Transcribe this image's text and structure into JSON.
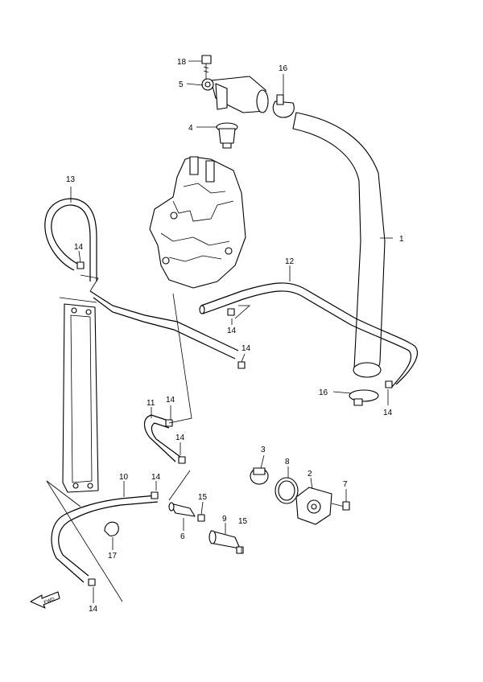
{
  "callouts": [
    {
      "id": "c18",
      "text": "18"
    },
    {
      "id": "c5",
      "text": "5"
    },
    {
      "id": "c16a",
      "text": "16"
    },
    {
      "id": "c4",
      "text": "4"
    },
    {
      "id": "c13",
      "text": "13"
    },
    {
      "id": "c1",
      "text": "1"
    },
    {
      "id": "c14a",
      "text": "14"
    },
    {
      "id": "c12",
      "text": "12"
    },
    {
      "id": "c14b",
      "text": "14"
    },
    {
      "id": "c14c",
      "text": "14"
    },
    {
      "id": "c16b",
      "text": "16"
    },
    {
      "id": "c14d",
      "text": "14"
    },
    {
      "id": "c11",
      "text": "11"
    },
    {
      "id": "c14e",
      "text": "14"
    },
    {
      "id": "c14f",
      "text": "14"
    },
    {
      "id": "c3",
      "text": "3"
    },
    {
      "id": "c8",
      "text": "8"
    },
    {
      "id": "c2",
      "text": "2"
    },
    {
      "id": "c7",
      "text": "7"
    },
    {
      "id": "c10",
      "text": "10"
    },
    {
      "id": "c14g",
      "text": "14"
    },
    {
      "id": "c15a",
      "text": "15"
    },
    {
      "id": "c9",
      "text": "9"
    },
    {
      "id": "c15b",
      "text": "15"
    },
    {
      "id": "c6",
      "text": "6"
    },
    {
      "id": "c17",
      "text": "17"
    },
    {
      "id": "c14h",
      "text": "14"
    }
  ],
  "direction_marker": {
    "text": "FWD"
  }
}
